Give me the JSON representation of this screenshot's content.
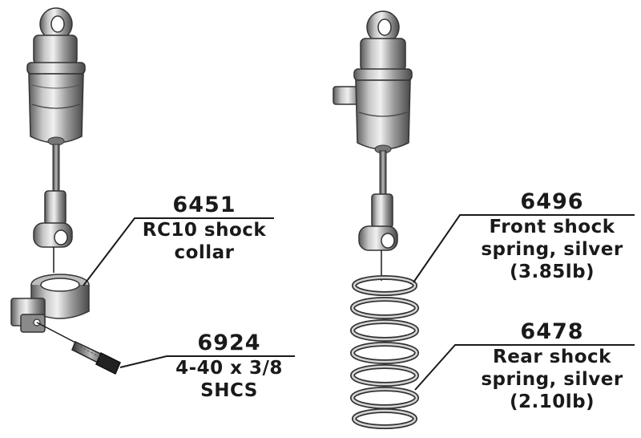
{
  "callouts": [
    {
      "id": "c6451",
      "part_number": "6451",
      "lines": [
        "RC10 shock",
        "collar"
      ]
    },
    {
      "id": "c6924",
      "part_number": "6924",
      "lines": [
        "4-40 x 3/8",
        "SHCS"
      ]
    },
    {
      "id": "c6496",
      "part_number": "6496",
      "lines": [
        "Front shock",
        "spring, silver",
        "(3.85lb)"
      ]
    },
    {
      "id": "c6478",
      "part_number": "6478",
      "lines": [
        "Rear shock",
        "spring, silver",
        "(2.10lb)"
      ]
    }
  ],
  "colors": {
    "metal_light": "#d9d9d9",
    "metal_mid": "#9a9a9a",
    "metal_dark": "#4a4a4a",
    "line": "#1a1a1a"
  }
}
